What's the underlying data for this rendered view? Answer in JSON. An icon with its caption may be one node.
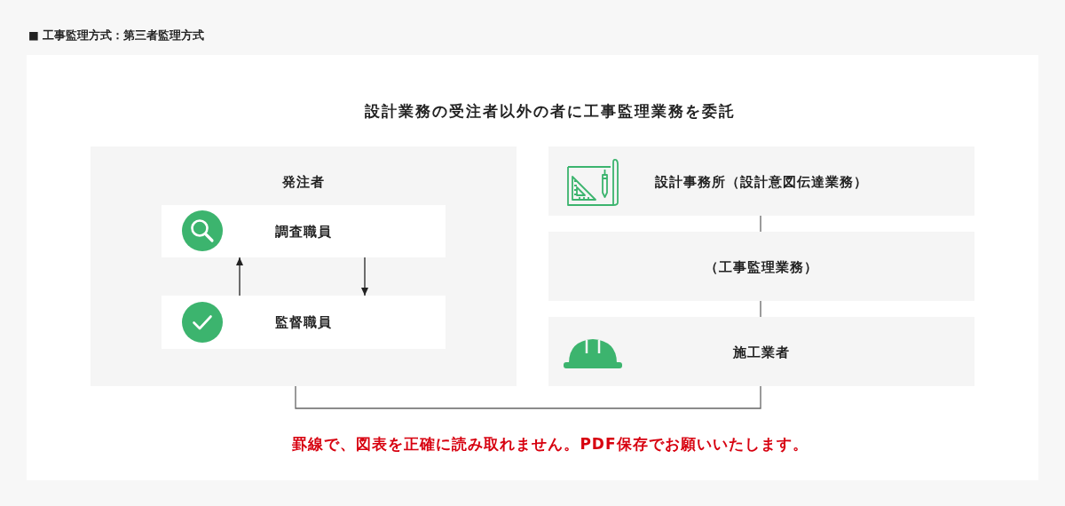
{
  "diagram": {
    "title": "■ 工事監理方式：第三者監理方式",
    "nodes": [
      {
        "text": [
          "発注者"
        ]
      },
      {
        "text": [
          "調査職員"
        ],
        "in": 0
      },
      {
        "text": [
          "監督職員"
        ],
        "in": 0
      },
      {
        "text": [
          "設計事務所（設計意図伝達業務）"
        ]
      },
      {
        "text": [
          "（工事監理業務）"
        ]
      },
      {
        "text": [
          "施工業者"
        ]
      }
    ],
    "edges": [
      {
        "from": 2,
        "to": 1,
        "arrow": "to",
        "color": "#222222"
      },
      {
        "from": 1,
        "to": 2,
        "arrow": "to",
        "color": "#222222"
      },
      {
        "from": 3,
        "to": 4,
        "arrow": "none"
      },
      {
        "from": 4,
        "to": 5,
        "arrow": "none"
      },
      {
        "from": 0,
        "to": 5,
        "arrow": "none"
      }
    ],
    "labels": [
      "設計業務の受注者以外の者に工事監理業務を委託",
      "罫線で、図表を正確に読み取れません。PDF保存でお願いいたします。"
    ]
  }
}
